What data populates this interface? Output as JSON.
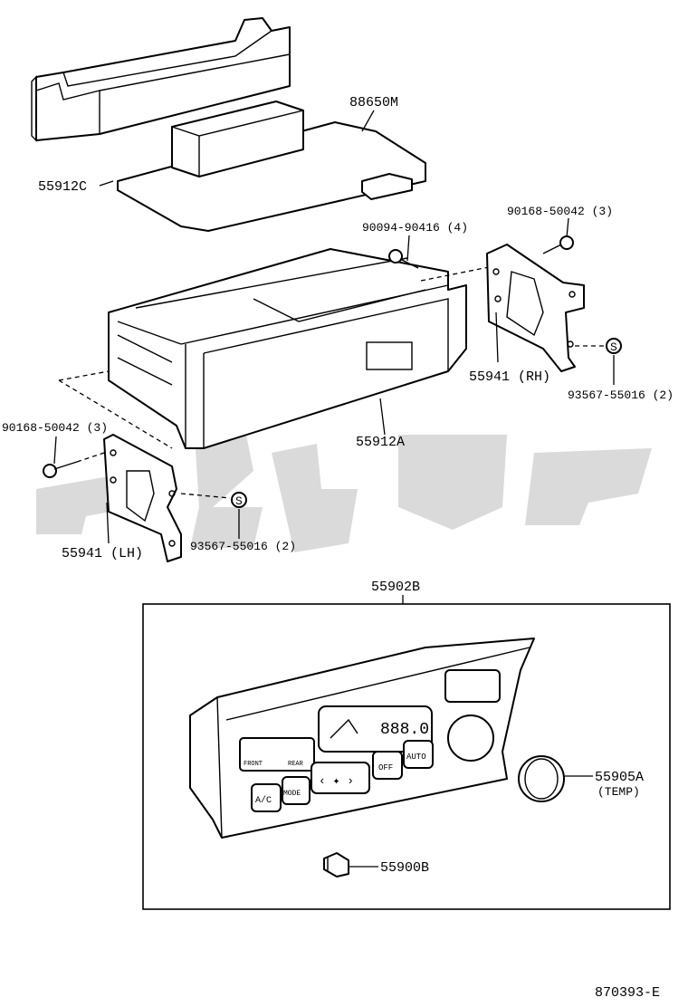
{
  "diagram_code": "870393-E",
  "parts": {
    "p55912C": "55912C",
    "p88650M": "88650M",
    "p90094": "90094-90416 (4)",
    "p90168_rh": "90168-50042 (3)",
    "p55941_rh": "55941 (RH)",
    "p93567_rh": "93567-55016 (2)",
    "p90168_lh": "90168-50042 (3)",
    "p55912A": "55912A",
    "p55941_lh": "55941 (LH)",
    "p93567_lh": "93567-55016 (2)",
    "p55902B": "55902B",
    "p55905A": "55905A",
    "p55905A_note": "(TEMP)",
    "p55900B": "55900B"
  },
  "panel": {
    "ac": "A/C",
    "mode": "MODE",
    "off": "OFF",
    "auto": "AUTO",
    "display": "888.0",
    "front": "FRONT",
    "rear": "REAR"
  },
  "watermark_icon": "watermark-logo",
  "screw_icon": "screw-icon",
  "washer_symbol": "S"
}
